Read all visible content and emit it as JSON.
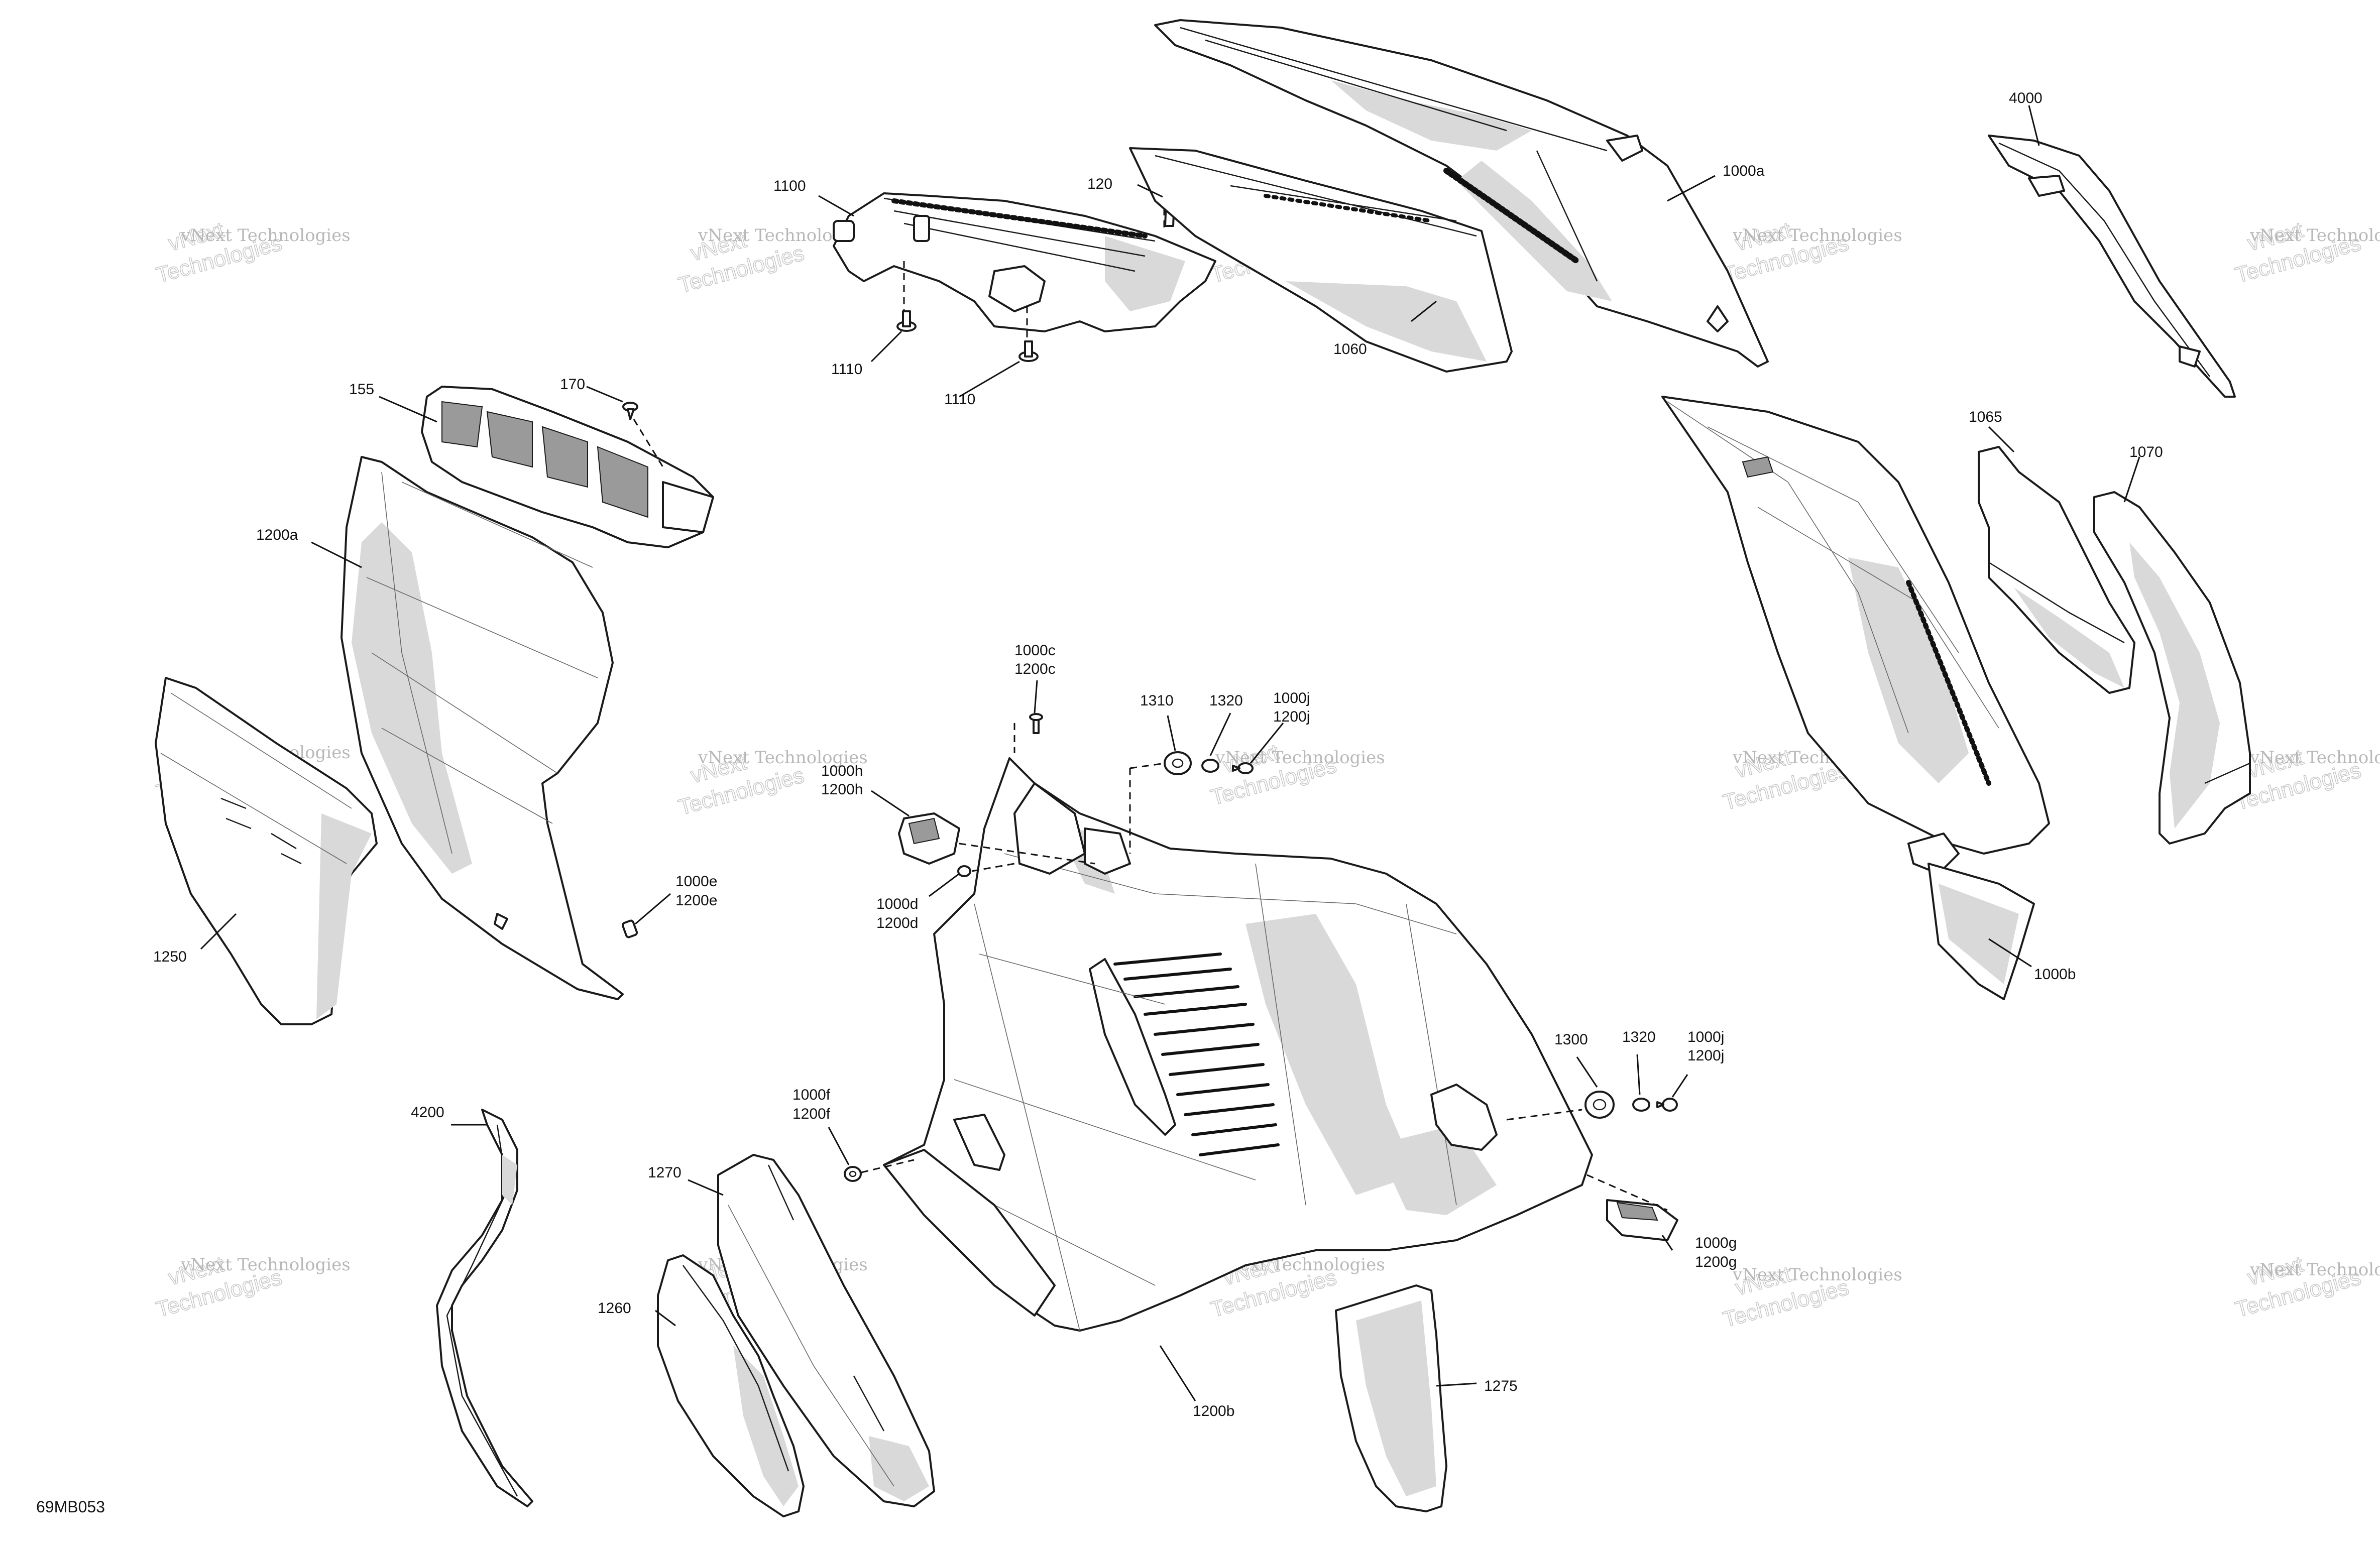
{
  "diagram": {
    "drawing_code": "69MB053",
    "callouts": [
      "1100",
      "120",
      "1000a",
      "4000",
      "1110",
      "1110",
      "1060",
      "155",
      "170",
      "1200a",
      "1065",
      "1070",
      "1000c",
      "1200c",
      "1310",
      "1320",
      "1000j",
      "1200j",
      "1000h",
      "1200h",
      "1000d",
      "1200d",
      "1000e",
      "1200e",
      "1250",
      "1000b",
      "1300",
      "1320",
      "1000j",
      "1200j",
      "4200",
      "1000f",
      "1200f",
      "1270",
      "1000g",
      "1200g",
      "1260",
      "1275",
      "1200b"
    ],
    "watermark": {
      "line1": "vNext Technologies",
      "line2a": "vNext",
      "line2b": "Technologies"
    }
  }
}
